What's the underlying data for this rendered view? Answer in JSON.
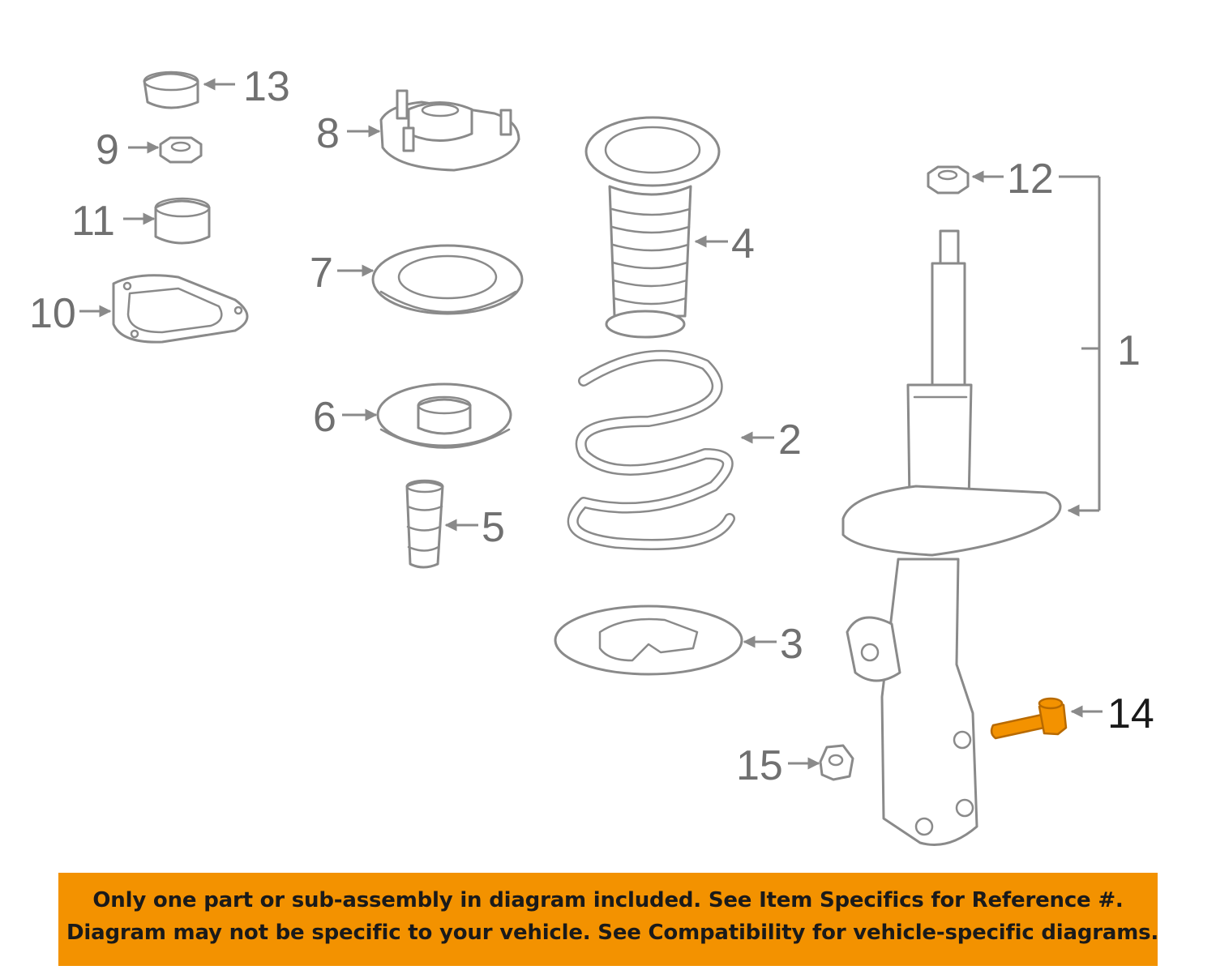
{
  "diagram": {
    "callouts": {
      "c1": "1",
      "c2": "2",
      "c3": "3",
      "c4": "4",
      "c5": "5",
      "c6": "6",
      "c7": "7",
      "c8": "8",
      "c9": "9",
      "c10": "10",
      "c11": "11",
      "c12": "12",
      "c13": "13",
      "c14": "14",
      "c15": "15"
    },
    "highlighted_part": "14",
    "colors": {
      "line": "#8a8a8a",
      "highlight": "#f39200",
      "banner": "#f39200"
    }
  },
  "banner": {
    "line1": "Only one part or sub-assembly in diagram included. See Item Specifics for Reference #.",
    "line2": "Diagram may not be specific to your vehicle. See Compatibility for vehicle-specific diagrams."
  }
}
